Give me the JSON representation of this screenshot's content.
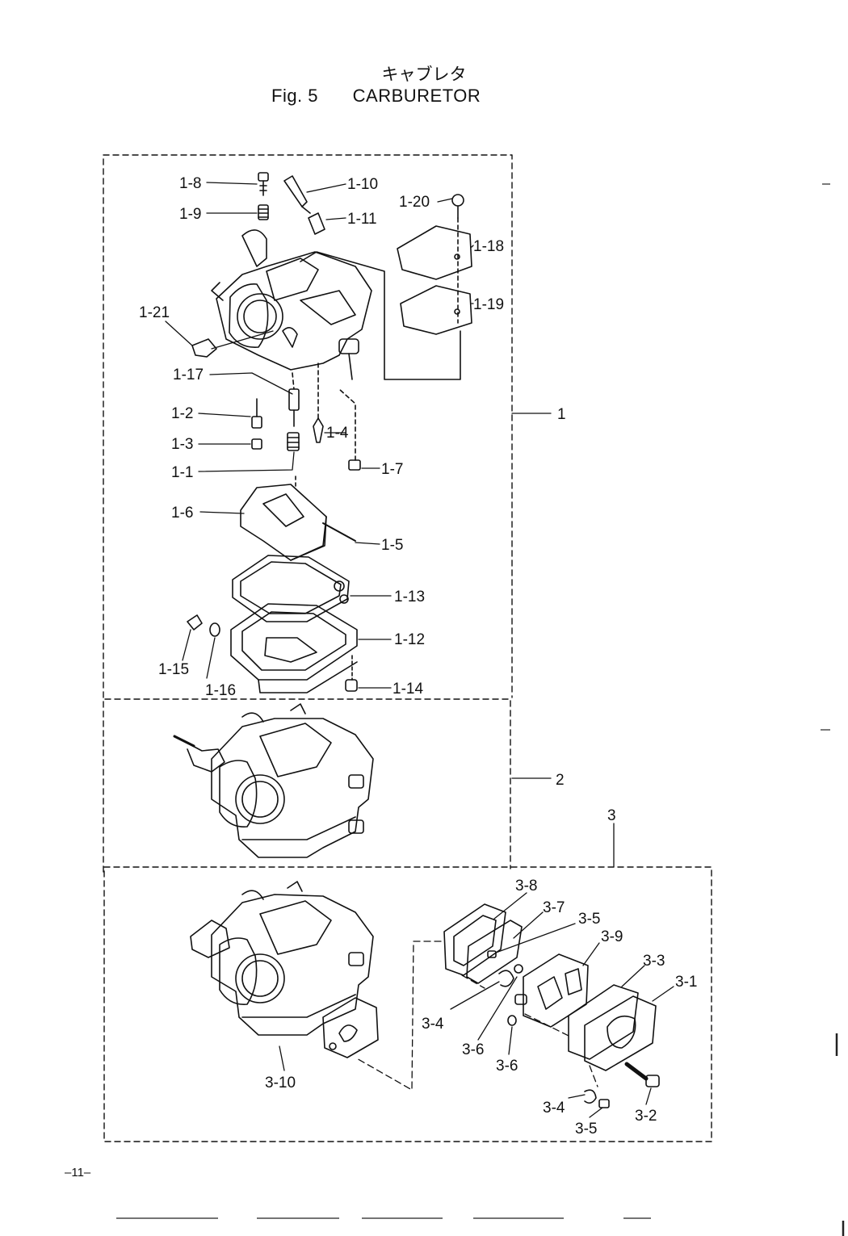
{
  "header": {
    "title_jp": "キャブレタ",
    "fig_label": "Fig. 5",
    "title_en": "CARBURETOR"
  },
  "footer": {
    "page_number": "–11–"
  },
  "groups": [
    "1",
    "2",
    "3"
  ],
  "part_labels": {
    "p1_8": "1-8",
    "p1_9": "1-9",
    "p1_10": "1-10",
    "p1_11": "1-11",
    "p1_20": "1-20",
    "p1_18": "1-18",
    "p1_19": "1-19",
    "p1_21": "1-21",
    "p1_17": "1-17",
    "p1_2": "1-2",
    "p1_3": "1-3",
    "p1_4": "1-4",
    "p1_1": "1-1",
    "p1_7": "1-7",
    "p1_6": "1-6",
    "p1_5": "1-5",
    "p1_13": "1-13",
    "p1_12": "1-12",
    "p1_15": "1-15",
    "p1_16": "1-16",
    "p1_14": "1-14",
    "p3_8": "3-8",
    "p3_7": "3-7",
    "p3_5a": "3-5",
    "p3_9": "3-9",
    "p3_3": "3-3",
    "p3_1": "3-1",
    "p3_4a": "3-4",
    "p3_6a": "3-6",
    "p3_6b": "3-6",
    "p3_10": "3-10",
    "p3_4b": "3-4",
    "p3_5b": "3-5",
    "p3_2": "3-2"
  }
}
